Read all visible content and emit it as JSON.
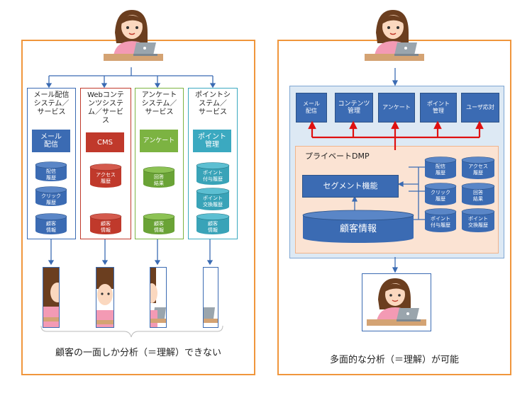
{
  "left": {
    "systems": [
      {
        "title": "メール配信\nシステム／\nサービス",
        "tool": "メール\n配信",
        "dbs": [
          "配信\n履歴",
          "クリック\n履歴"
        ],
        "customer_db": "顧客\n情報",
        "color": "#3b6bb3",
        "cyl_color": "#3b6bb3",
        "border": "#3b6bb3"
      },
      {
        "title": "Webコンテ\nンツシステ\nム／サービ\nス",
        "tool": "CMS",
        "dbs": [
          "アクセス\n履歴"
        ],
        "customer_db": "顧客\n情報",
        "color": "#c0392b",
        "cyl_color": "#c0392b",
        "border": "#c0392b"
      },
      {
        "title": "アンケート\nシステム／\nサービス",
        "tool": "アンケート",
        "dbs": [
          "回答\n結果"
        ],
        "customer_db": "顧客\n情報",
        "color": "#7cb342",
        "cyl_color": "#6aa336",
        "border": "#7cb342"
      },
      {
        "title": "ポイントシ\nステム／\nサービス",
        "tool": "ポイント\n管理",
        "dbs": [
          "ポイント\n付与履歴",
          "ポイント\n交換履歴"
        ],
        "customer_db": "顧客\n情報",
        "color": "#3ba9c0",
        "cyl_color": "#39a3b8",
        "border": "#3ba9c0"
      }
    ],
    "caption": "顧客の一面しか分析（＝理解）できない"
  },
  "right": {
    "modules": [
      "メール\n配信",
      "コンテンツ\n管理",
      "アンケート",
      "ポイント\n管理",
      "ユーザ応対"
    ],
    "dmp_title": "プライベートDMP",
    "segment": "セグメント機能",
    "customer_db": "顧客情報",
    "dbs": [
      "配信\n履歴",
      "アクセス\n履歴",
      "クリック\n履歴",
      "回答\n結果",
      "ポイント\n付与履歴",
      "ポイント\n交換履歴"
    ],
    "caption": "多面的な分析（＝理解）が可能"
  },
  "colors": {
    "orange": "#f0963c",
    "blue": "#3b6bb3",
    "red_connector": "#e01010",
    "dmp_bg": "#fbe3d3",
    "outer_bg": "#dde9f4"
  }
}
